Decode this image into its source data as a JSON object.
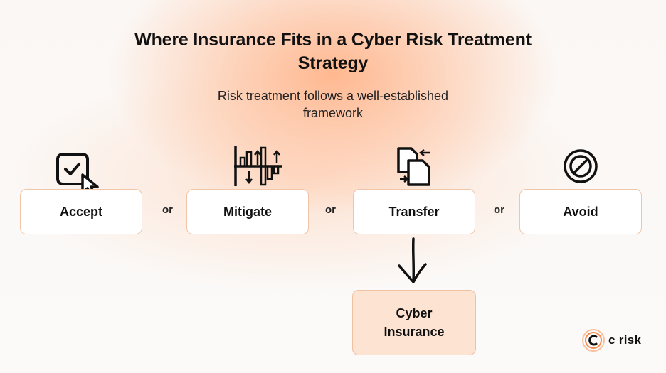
{
  "title": "Where Insurance Fits in a Cyber Risk Treatment Strategy",
  "subtitle": "Risk treatment follows a well-established framework",
  "options": [
    {
      "label": "Accept",
      "icon": "checkbox-cursor-icon"
    },
    {
      "label": "Mitigate",
      "icon": "bar-chart-arrows-icon"
    },
    {
      "label": "Transfer",
      "icon": "document-transfer-icon"
    },
    {
      "label": "Avoid",
      "icon": "prohibited-icon"
    }
  ],
  "connector": "or",
  "result": {
    "line1": "Cyber",
    "line2": "Insurance"
  },
  "logo": {
    "text": "c risk"
  },
  "colors": {
    "accent": "#f58b4c",
    "box_border": "#f1c5a8",
    "result_fill": "#fde3d2"
  }
}
